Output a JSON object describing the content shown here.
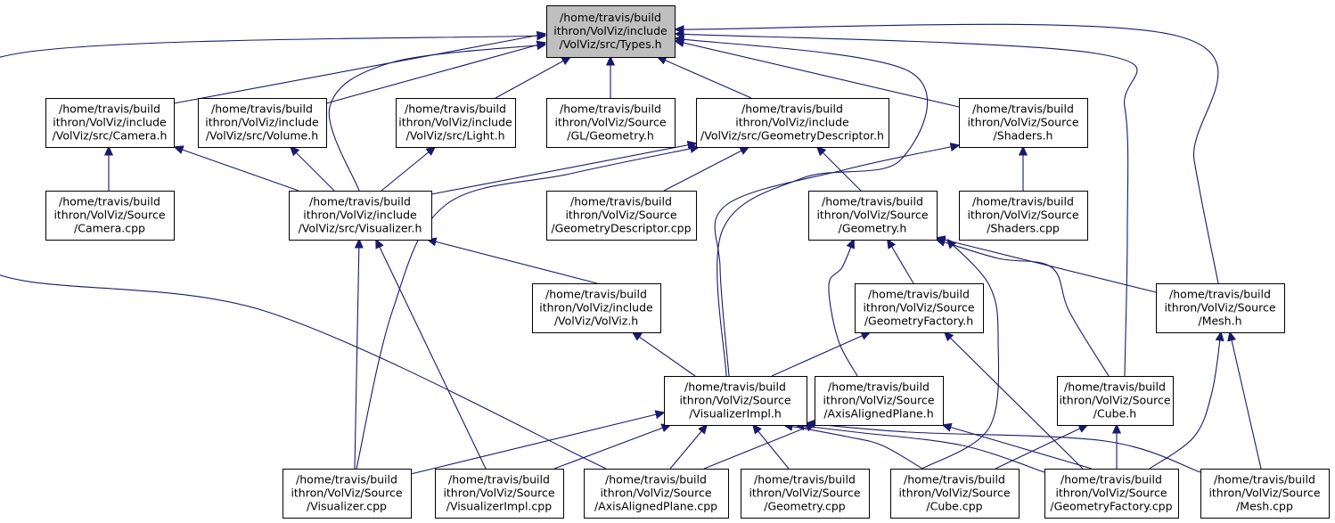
{
  "graph": {
    "nodes": [
      {
        "id": "types_h",
        "name": "node-types-h",
        "lines": [
          "/home/travis/build",
          "ithron/VolViz/include",
          "/VolViz/src/Types.h"
        ],
        "root": true
      },
      {
        "id": "camera_h",
        "name": "node-camera-h",
        "lines": [
          "/home/travis/build",
          "ithron/VolViz/include",
          "/VolViz/src/Camera.h"
        ]
      },
      {
        "id": "volume_h",
        "name": "node-volume-h",
        "lines": [
          "/home/travis/build",
          "ithron/VolViz/include",
          "/VolViz/src/Volume.h"
        ]
      },
      {
        "id": "light_h",
        "name": "node-light-h",
        "lines": [
          "/home/travis/build",
          "ithron/VolViz/include",
          "/VolViz/src/Light.h"
        ]
      },
      {
        "id": "gl_geometry_h",
        "name": "node-gl-geometry-h",
        "lines": [
          "/home/travis/build",
          "ithron/VolViz/Source",
          "/GL/Geometry.h"
        ]
      },
      {
        "id": "geomdesc_h",
        "name": "node-geometrydescriptor-h",
        "lines": [
          "/home/travis/build",
          "ithron/VolViz/include",
          "/VolViz/src/GeometryDescriptor.h"
        ]
      },
      {
        "id": "shaders_h",
        "name": "node-shaders-h",
        "lines": [
          "/home/travis/build",
          "ithron/VolViz/Source",
          "/Shaders.h"
        ]
      },
      {
        "id": "camera_cpp",
        "name": "node-camera-cpp",
        "lines": [
          "/home/travis/build",
          "ithron/VolViz/Source",
          "/Camera.cpp"
        ]
      },
      {
        "id": "visualizer_h",
        "name": "node-visualizer-h",
        "lines": [
          "/home/travis/build",
          "ithron/VolViz/include",
          "/VolViz/src/Visualizer.h"
        ]
      },
      {
        "id": "geomdesc_cpp",
        "name": "node-geometrydescriptor-cpp",
        "lines": [
          "/home/travis/build",
          "ithron/VolViz/Source",
          "/GeometryDescriptor.cpp"
        ]
      },
      {
        "id": "geometry_h",
        "name": "node-geometry-h",
        "lines": [
          "/home/travis/build",
          "ithron/VolViz/Source",
          "/Geometry.h"
        ]
      },
      {
        "id": "shaders_cpp",
        "name": "node-shaders-cpp",
        "lines": [
          "/home/travis/build",
          "ithron/VolViz/Source",
          "/Shaders.cpp"
        ]
      },
      {
        "id": "volviz_h",
        "name": "node-volviz-h",
        "lines": [
          "/home/travis/build",
          "ithron/VolViz/include",
          "/VolViz/VolViz.h"
        ]
      },
      {
        "id": "geomfactory_h",
        "name": "node-geometryfactory-h",
        "lines": [
          "/home/travis/build",
          "ithron/VolViz/Source",
          "/GeometryFactory.h"
        ]
      },
      {
        "id": "mesh_h",
        "name": "node-mesh-h",
        "lines": [
          "/home/travis/build",
          "ithron/VolViz/Source",
          "/Mesh.h"
        ]
      },
      {
        "id": "visimpl_h",
        "name": "node-visualizerimpl-h",
        "lines": [
          "/home/travis/build",
          "ithron/VolViz/Source",
          "/VisualizerImpl.h"
        ]
      },
      {
        "id": "aap_h",
        "name": "node-axisalignedplane-h",
        "lines": [
          "/home/travis/build",
          "ithron/VolViz/Source",
          "/AxisAlignedPlane.h"
        ]
      },
      {
        "id": "cube_h",
        "name": "node-cube-h",
        "lines": [
          "/home/travis/build",
          "ithron/VolViz/Source",
          "/Cube.h"
        ]
      },
      {
        "id": "visualizer_cpp",
        "name": "node-visualizer-cpp",
        "lines": [
          "/home/travis/build",
          "ithron/VolViz/Source",
          "/Visualizer.cpp"
        ]
      },
      {
        "id": "visimpl_cpp",
        "name": "node-visualizerimpl-cpp",
        "lines": [
          "/home/travis/build",
          "ithron/VolViz/Source",
          "/VisualizerImpl.cpp"
        ]
      },
      {
        "id": "aap_cpp",
        "name": "node-axisalignedplane-cpp",
        "lines": [
          "/home/travis/build",
          "ithron/VolViz/Source",
          "/AxisAlignedPlane.cpp"
        ]
      },
      {
        "id": "geometry_cpp",
        "name": "node-geometry-cpp",
        "lines": [
          "/home/travis/build",
          "ithron/VolViz/Source",
          "/Geometry.cpp"
        ]
      },
      {
        "id": "cube_cpp",
        "name": "node-cube-cpp",
        "lines": [
          "/home/travis/build",
          "ithron/VolViz/Source",
          "/Cube.cpp"
        ]
      },
      {
        "id": "geomfactory_cpp",
        "name": "node-geometryfactory-cpp",
        "lines": [
          "/home/travis/build",
          "ithron/VolViz/Source",
          "/GeometryFactory.cpp"
        ]
      },
      {
        "id": "mesh_cpp",
        "name": "node-mesh-cpp",
        "lines": [
          "/home/travis/build",
          "ithron/VolViz/Source",
          "/Mesh.cpp"
        ]
      }
    ],
    "edges": [
      {
        "from": "camera_h",
        "to": "types_h"
      },
      {
        "from": "volume_h",
        "to": "types_h"
      },
      {
        "from": "light_h",
        "to": "types_h"
      },
      {
        "from": "gl_geometry_h",
        "to": "types_h"
      },
      {
        "from": "geomdesc_h",
        "to": "types_h"
      },
      {
        "from": "shaders_h",
        "to": "types_h"
      },
      {
        "from": "visualizer_h",
        "to": "types_h"
      },
      {
        "from": "visimpl_h",
        "to": "types_h"
      },
      {
        "from": "cube_h",
        "to": "types_h"
      },
      {
        "from": "mesh_h",
        "to": "types_h"
      },
      {
        "from": "aap_cpp",
        "to": "types_h"
      },
      {
        "from": "camera_cpp",
        "to": "camera_h"
      },
      {
        "from": "visualizer_h",
        "to": "camera_h"
      },
      {
        "from": "visualizer_h",
        "to": "volume_h"
      },
      {
        "from": "visualizer_h",
        "to": "light_h"
      },
      {
        "from": "visualizer_h",
        "to": "geomdesc_h"
      },
      {
        "from": "geomdesc_cpp",
        "to": "geomdesc_h"
      },
      {
        "from": "geometry_h",
        "to": "geomdesc_h"
      },
      {
        "from": "visualizer_cpp",
        "to": "geomdesc_h"
      },
      {
        "from": "shaders_cpp",
        "to": "shaders_h"
      },
      {
        "from": "visimpl_h",
        "to": "shaders_h"
      },
      {
        "from": "volviz_h",
        "to": "visualizer_h"
      },
      {
        "from": "visualizer_cpp",
        "to": "visualizer_h"
      },
      {
        "from": "visimpl_cpp",
        "to": "visualizer_h"
      },
      {
        "from": "geomfactory_h",
        "to": "geometry_h"
      },
      {
        "from": "mesh_h",
        "to": "geometry_h"
      },
      {
        "from": "aap_h",
        "to": "geometry_h"
      },
      {
        "from": "cube_h",
        "to": "geometry_h"
      },
      {
        "from": "geometry_cpp",
        "to": "geometry_h"
      },
      {
        "from": "visimpl_h",
        "to": "volviz_h"
      },
      {
        "from": "visimpl_h",
        "to": "geomfactory_h"
      },
      {
        "from": "geomfactory_cpp",
        "to": "geomfactory_h"
      },
      {
        "from": "geomfactory_cpp",
        "to": "mesh_h"
      },
      {
        "from": "mesh_cpp",
        "to": "mesh_h"
      },
      {
        "from": "visualizer_cpp",
        "to": "visimpl_h"
      },
      {
        "from": "visimpl_cpp",
        "to": "visimpl_h"
      },
      {
        "from": "aap_cpp",
        "to": "visimpl_h"
      },
      {
        "from": "geometry_cpp",
        "to": "visimpl_h"
      },
      {
        "from": "cube_cpp",
        "to": "visimpl_h"
      },
      {
        "from": "geomfactory_cpp",
        "to": "visimpl_h"
      },
      {
        "from": "mesh_cpp",
        "to": "visimpl_h"
      },
      {
        "from": "aap_cpp",
        "to": "aap_h"
      },
      {
        "from": "geomfactory_cpp",
        "to": "aap_h"
      },
      {
        "from": "cube_cpp",
        "to": "cube_h"
      },
      {
        "from": "geomfactory_cpp",
        "to": "cube_h"
      }
    ]
  }
}
